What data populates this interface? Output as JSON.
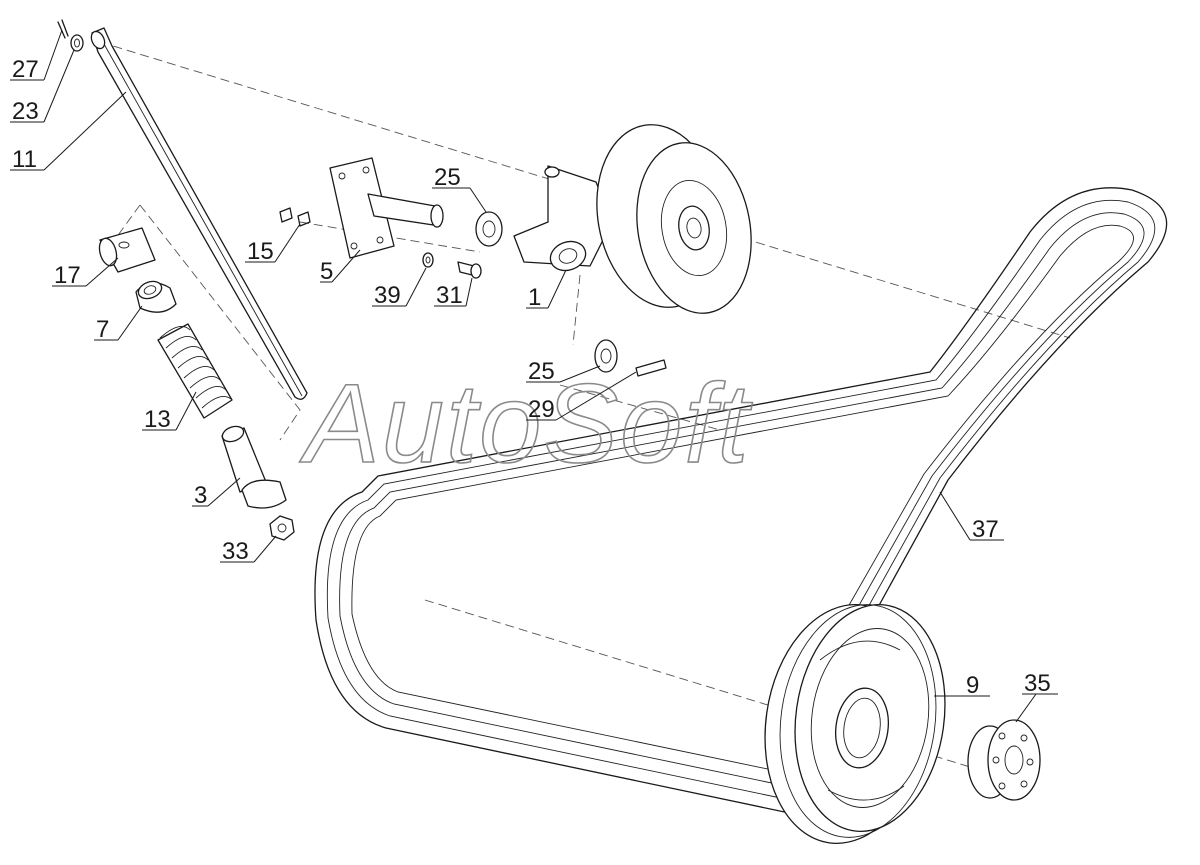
{
  "watermark": "AutoSoft",
  "labels": [
    {
      "id": "27",
      "text": "27"
    },
    {
      "id": "23",
      "text": "23"
    },
    {
      "id": "11",
      "text": "11"
    },
    {
      "id": "17",
      "text": "17"
    },
    {
      "id": "7",
      "text": "7"
    },
    {
      "id": "13",
      "text": "13"
    },
    {
      "id": "3",
      "text": "3"
    },
    {
      "id": "33",
      "text": "33"
    },
    {
      "id": "15",
      "text": "15"
    },
    {
      "id": "5",
      "text": "5"
    },
    {
      "id": "39",
      "text": "39"
    },
    {
      "id": "31",
      "text": "31"
    },
    {
      "id": "25a",
      "text": "25"
    },
    {
      "id": "1",
      "text": "1"
    },
    {
      "id": "25b",
      "text": "25"
    },
    {
      "id": "29",
      "text": "29"
    },
    {
      "id": "37",
      "text": "37"
    },
    {
      "id": "9",
      "text": "9"
    },
    {
      "id": "35",
      "text": "35"
    }
  ]
}
